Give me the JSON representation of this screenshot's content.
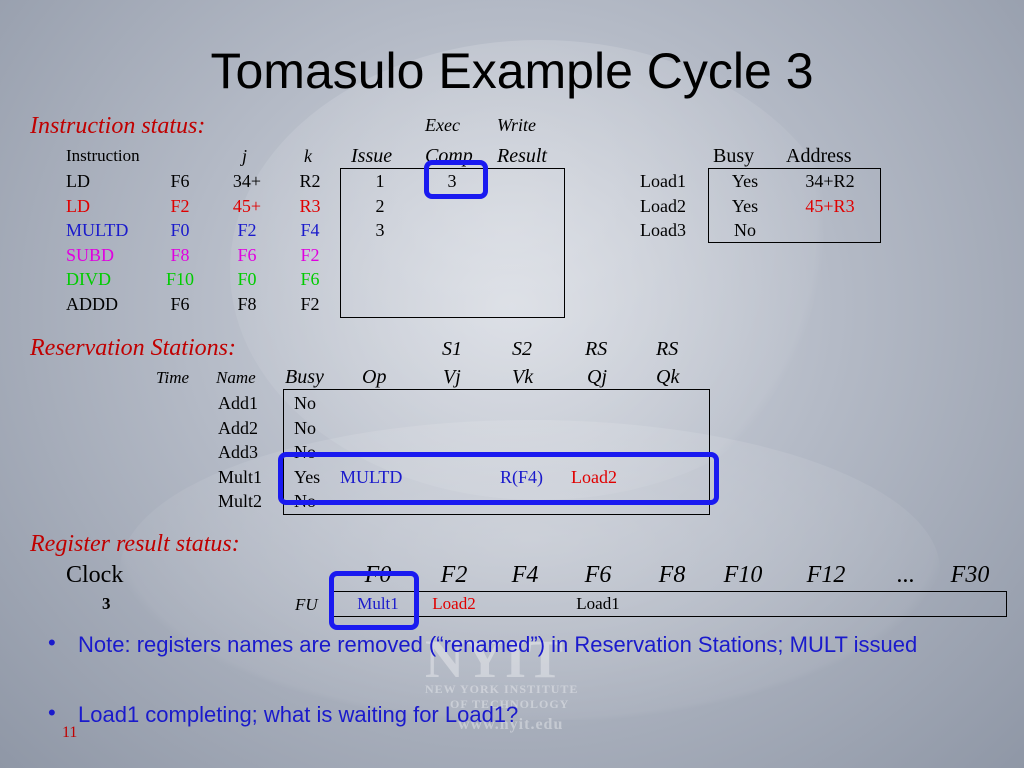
{
  "title": "Tomasulo Example Cycle 3",
  "instruction_status": {
    "heading": "Instruction status:",
    "header_top": {
      "exec": "Exec",
      "write": "Write"
    },
    "header": {
      "instruction": "Instruction",
      "j": "j",
      "k": "k",
      "issue": "Issue",
      "comp": "Comp",
      "result": "Result"
    },
    "rows": [
      {
        "op": "LD",
        "dst": "F6",
        "j": "34+",
        "k": "R2",
        "issue": "1",
        "comp": "3",
        "result": ""
      },
      {
        "op": "LD",
        "dst": "F2",
        "j": "45+",
        "k": "R3",
        "issue": "2",
        "comp": "",
        "result": ""
      },
      {
        "op": "MULTD",
        "dst": "F0",
        "j": "F2",
        "k": "F4",
        "issue": "3",
        "comp": "",
        "result": ""
      },
      {
        "op": "SUBD",
        "dst": "F8",
        "j": "F6",
        "k": "F2",
        "issue": "",
        "comp": "",
        "result": ""
      },
      {
        "op": "DIVD",
        "dst": "F10",
        "j": "F0",
        "k": "F6",
        "issue": "",
        "comp": "",
        "result": ""
      },
      {
        "op": "ADDD",
        "dst": "F6",
        "j": "F8",
        "k": "F2",
        "issue": "",
        "comp": "",
        "result": ""
      }
    ],
    "row_colors": [
      "#000000",
      "#e00000",
      "#1a1acc",
      "#e000e0",
      "#00cc00",
      "#000000"
    ]
  },
  "load_buffers": {
    "header": {
      "busy": "Busy",
      "address": "Address"
    },
    "rows": [
      {
        "name": "Load1",
        "busy": "Yes",
        "address": "34+R2"
      },
      {
        "name": "Load2",
        "busy": "Yes",
        "address": "45+R3"
      },
      {
        "name": "Load3",
        "busy": "No",
        "address": ""
      }
    ]
  },
  "reservation_stations": {
    "heading": "Reservation Stations:",
    "header_top": {
      "s1": "S1",
      "s2": "S2",
      "rs1": "RS",
      "rs2": "RS"
    },
    "header": {
      "time": "Time",
      "name": "Name",
      "busy": "Busy",
      "op": "Op",
      "vj": "Vj",
      "vk": "Vk",
      "qj": "Qj",
      "qk": "Qk"
    },
    "rows": [
      {
        "name": "Add1",
        "busy": "No",
        "op": "",
        "vj": "",
        "vk": "",
        "qj": "",
        "qk": ""
      },
      {
        "name": "Add2",
        "busy": "No",
        "op": "",
        "vj": "",
        "vk": "",
        "qj": "",
        "qk": ""
      },
      {
        "name": "Add3",
        "busy": "No",
        "op": "",
        "vj": "",
        "vk": "",
        "qj": "",
        "qk": ""
      },
      {
        "name": "Mult1",
        "busy": "Yes",
        "op": "MULTD",
        "vj": "",
        "vk": "R(F4)",
        "qj": "Load2",
        "qk": ""
      },
      {
        "name": "Mult2",
        "busy": "No",
        "op": "",
        "vj": "",
        "vk": "",
        "qj": "",
        "qk": ""
      }
    ]
  },
  "register_status": {
    "heading": "Register result status:",
    "clock_label": "Clock",
    "clock_value": "3",
    "fu_label": "FU",
    "registers": [
      "F0",
      "F2",
      "F4",
      "F6",
      "F8",
      "F10",
      "F12",
      "...",
      "F30"
    ],
    "fu_values": [
      "Mult1",
      "Load2",
      "",
      "Load1",
      "",
      "",
      "",
      "",
      ""
    ]
  },
  "notes": [
    "Note: registers names are removed (“renamed”) in Reservation Stations; MULT issued",
    "Load1 completing; what is waiting for Load1?"
  ],
  "page_number": "11",
  "watermark": {
    "logo": "NYIT",
    "line1": "NEW YORK INSTITUTE",
    "line2": "OF TECHNOLOGY",
    "url": "www.nyit.edu"
  },
  "colors": {
    "heading_red": "#c00000",
    "highlight_blue": "#1a1af0",
    "note_blue": "#1a1acc"
  }
}
